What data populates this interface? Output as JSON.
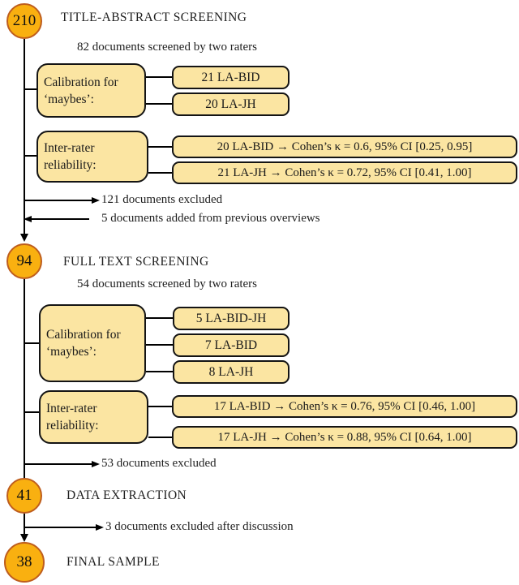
{
  "figure": {
    "type": "screening-flow-diagram",
    "colors": {
      "circle_fill": "#F9B010",
      "circle_border": "#BE5D1D",
      "box_fill": "#FBE5A2",
      "box_border": "#141414",
      "line": "#000000"
    }
  },
  "sections": [
    {
      "count": "210",
      "title": "TITLE-ABSTRACT SCREENING",
      "subtitle": "82 documents screened by two raters",
      "calibration": {
        "label": "Calibration for  ‘maybes’:",
        "label_line1": "Calibration for",
        "label_line2": "‘maybes’:",
        "items": [
          "21 LA-BID",
          "20 LA-JH"
        ]
      },
      "reliability": {
        "label_line1": "Inter-rater",
        "label_line2": "reliability:",
        "items": [
          "20 LA-BID → Cohen’s κ = 0.6, 95% CI [0.25, 0.95]",
          "21 LA-JH → Cohen’s κ = 0.72, 95% CI [0.41, 1.00]"
        ]
      },
      "excluded": "121 documents excluded",
      "added": "5 documents added from previous overviews"
    },
    {
      "count": "94",
      "title": "FULL TEXT SCREENING",
      "subtitle": "54 documents screened by two raters",
      "calibration": {
        "label_line1": "Calibration for",
        "label_line2": "‘maybes’:",
        "items": [
          "5 LA-BID-JH",
          "7 LA-BID",
          "8 LA-JH"
        ]
      },
      "reliability": {
        "label_line1": "Inter-rater",
        "label_line2": "reliability:",
        "items": [
          "17 LA-BID → Cohen’s κ = 0.76, 95% CI [0.46, 1.00]",
          "17 LA-JH → Cohen’s κ = 0.88, 95% CI [0.64, 1.00]"
        ]
      },
      "excluded": "53 documents excluded"
    },
    {
      "count": "41",
      "title": "DATA EXTRACTION",
      "excluded": "3 documents excluded after discussion"
    },
    {
      "count": "38",
      "title": "FINAL SAMPLE"
    }
  ]
}
